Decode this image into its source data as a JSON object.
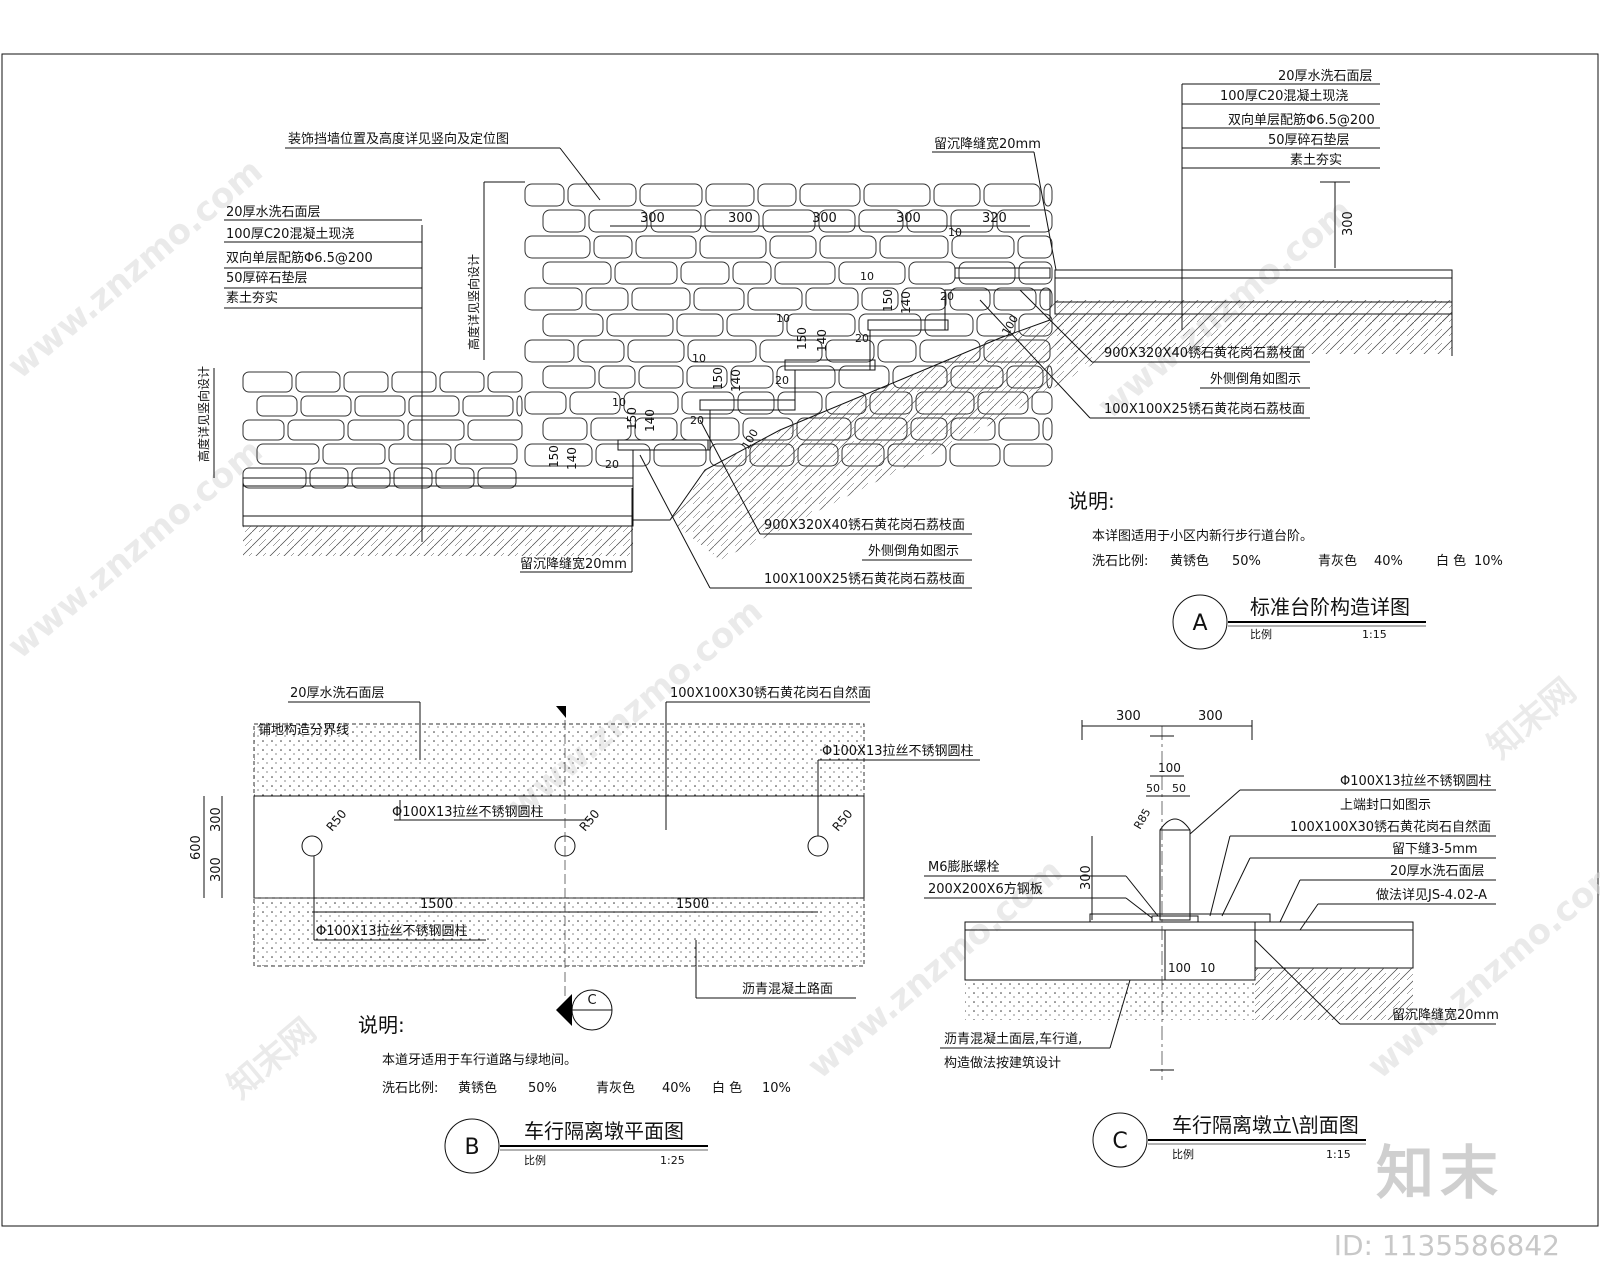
{
  "watermark": {
    "site": "www.znzmo.com",
    "brand": "知末",
    "brand_site": "知末网",
    "id": "ID: 1135586842"
  },
  "detail_a": {
    "marker": "A",
    "title": "标准台阶构造详图",
    "scale_label": "比例",
    "scale": "1:15",
    "note_title": "说明:",
    "note_line1": "本详图适用于小区内新行步行道台阶。",
    "note_ratio_label": "洗石比例:",
    "ratio": [
      {
        "name": "黄锈色",
        "pct": "50%"
      },
      {
        "name": "青灰色",
        "pct": "40%"
      },
      {
        "name": "白 色",
        "pct": "10%"
      }
    ],
    "wall_note": "装饰挡墙位置及高度详见竖向及定位图",
    "left_layers": [
      "20厚水洗石面层",
      "100厚C20混凝土现浇",
      "双向单层配筋Φ6.5@200",
      "50厚碎石垫层",
      "素土夯实"
    ],
    "right_layers": [
      "20厚水洗石面层",
      "100厚C20混凝土现浇",
      "双向单层配筋Φ6.5@200",
      "50厚碎石垫层",
      "素土夯实"
    ],
    "gap_top": "留沉降缝宽20mm",
    "gap_bottom": "留沉降缝宽20mm",
    "tread_note_r": "900X320X40锈石黄花岗石荔枝面",
    "chamfer_r": "外侧倒角如图示",
    "riser_note_r": "100X100X25锈石黄花岗石荔枝面",
    "tread_note_l": "900X320X40锈石黄花岗石荔枝面",
    "chamfer_l": "外侧倒角如图示",
    "riser_note_l": "100X100X25锈石黄花岗石荔枝面",
    "height_note_1": "高度详见竖向设计",
    "height_note_2": "高度详见竖向设计",
    "dims_top": [
      "300",
      "300",
      "300",
      "300",
      "320"
    ],
    "dim_300": "300",
    "dim_150": "150",
    "dim_140": "140",
    "dim_10": "10",
    "dim_20": "20",
    "dim_100": "100"
  },
  "detail_b": {
    "marker": "B",
    "title": "车行隔离墩平面图",
    "scale_label": "比例",
    "scale": "1:25",
    "surface": "20厚水洗石面层",
    "boundary": "铺地构造分界线",
    "paving": "100X100X30锈石黄花岗石自然面",
    "post1": "Φ100X13拉丝不锈钢圆柱",
    "post2": "Φ100X13拉丝不锈钢圆柱",
    "post3": "Φ100X13拉丝不锈钢圆柱",
    "asphalt": "沥青混凝土路面",
    "r50": "R50",
    "dim_600": "600",
    "dim_300": "300",
    "dim_1500": "1500",
    "section_mark": "C",
    "note_title": "说明:",
    "note_line1": "本道牙适用于车行道路与绿地间。",
    "note_ratio_label": "洗石比例:",
    "ratio": [
      {
        "name": "黄锈色",
        "pct": "50%"
      },
      {
        "name": "青灰色",
        "pct": "40%"
      },
      {
        "name": "白 色",
        "pct": "10%"
      }
    ]
  },
  "detail_c": {
    "marker": "C",
    "title": "车行隔离墩立\\剖面图",
    "scale_label": "比例",
    "scale": "1:15",
    "post": "Φ100X13拉丝不锈钢圆柱",
    "cap": "上端封口如图示",
    "paving": "100X100X30锈石黄花岗石自然面",
    "gap": "留下缝3-5mm",
    "surface": "20厚水洗石面层",
    "method": "做法详见JS-4.02-A",
    "bolt": "M6膨胀螺栓",
    "plate": "200X200X6方钢板",
    "asphalt": "沥青混凝土面层,车行道,",
    "asphalt2": "构造做法按建筑设计",
    "settle": "留沉降缝宽20mm",
    "r85": "R85",
    "dim_300": "300",
    "dim_100": "100",
    "dim_50": "50",
    "dim_10": "10"
  }
}
